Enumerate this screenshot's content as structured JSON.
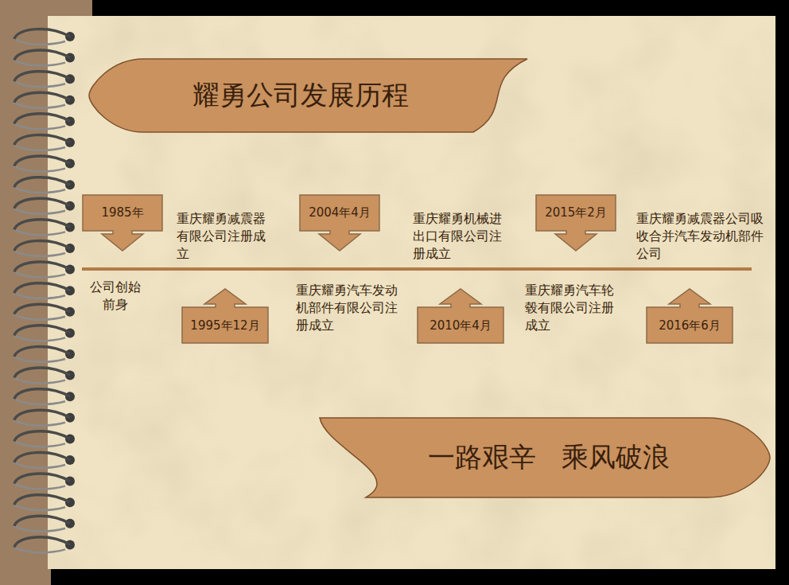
{
  "diagram": {
    "nodes": [
      {
        "text": [
          "耀勇公司发展历程"
        ]
      },
      {
        "text": [
          "1985年"
        ]
      },
      {
        "text": [
          "1995年12月"
        ]
      },
      {
        "text": [
          "2004年4月"
        ]
      },
      {
        "text": [
          "2010年4月"
        ]
      },
      {
        "text": [
          "2015年2月"
        ]
      },
      {
        "text": [
          "2016年6月"
        ]
      },
      {
        "text": [
          "一路艰辛   乘风破浪"
        ]
      }
    ],
    "labels": [
      "重庆耀勇减震器有限公司注册成立",
      "公司创始前身",
      "重庆耀勇汽车发动机部件有限公司注册成立",
      "重庆耀勇机械进出口有限公司注册成立",
      "重庆耀勇汽车轮毂有限公司注册成立",
      "重庆耀勇减震器公司吸收合并汽车发动机部件公司"
    ]
  }
}
